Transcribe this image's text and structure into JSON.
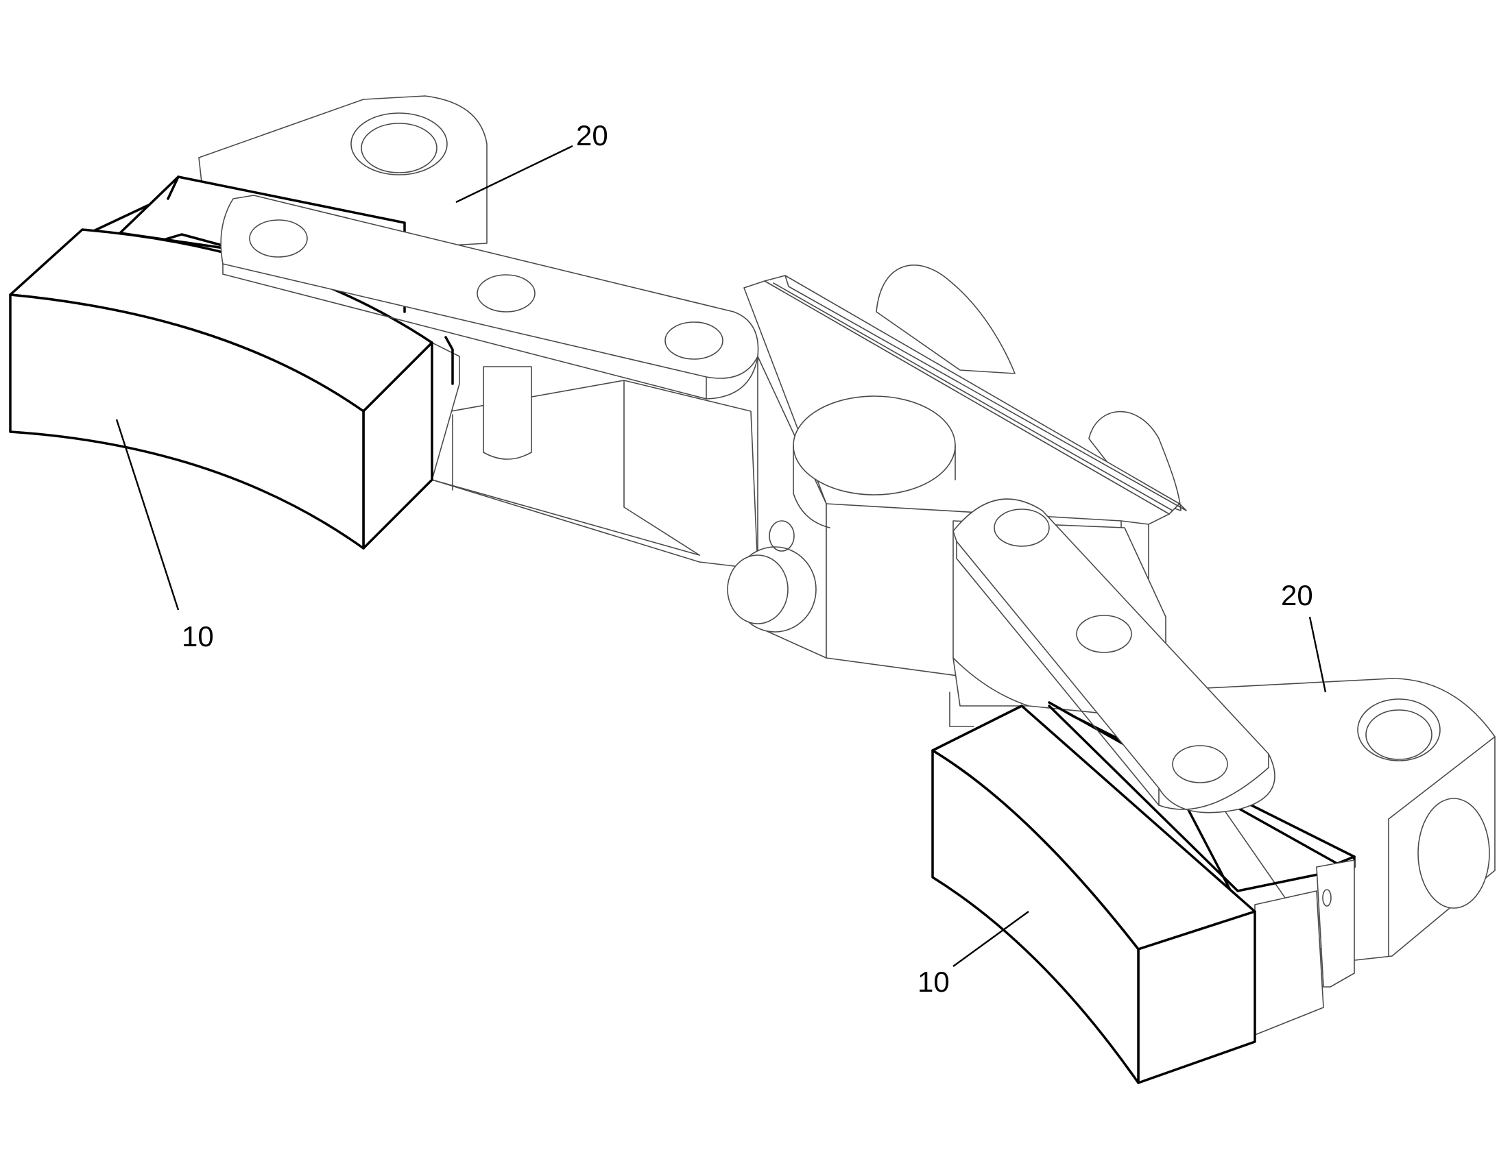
{
  "figure": {
    "labels": [
      {
        "id": "block-left",
        "text": "10"
      },
      {
        "id": "block-right",
        "text": "10"
      },
      {
        "id": "arm-left",
        "text": "20"
      },
      {
        "id": "arm-right",
        "text": "20"
      }
    ]
  }
}
